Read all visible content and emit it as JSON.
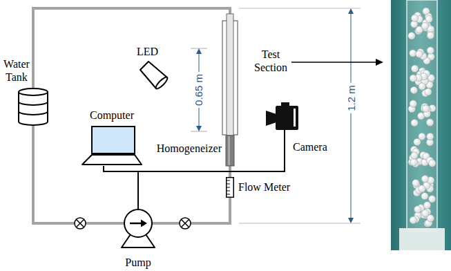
{
  "diagram": {
    "nodes": [
      {
        "text": [
          "Water Tank"
        ]
      },
      {
        "text": [
          "LED"
        ]
      },
      {
        "text": [
          "Computer"
        ]
      },
      {
        "text": [
          "Homogeneizer"
        ]
      },
      {
        "text": [
          "Camera"
        ]
      },
      {
        "text": [
          "Flow Meter"
        ]
      },
      {
        "text": [
          "Pump"
        ]
      }
    ],
    "edges": [
      {
        "from": 0,
        "to": 6,
        "arrow": "none"
      },
      {
        "from": 6,
        "to": 5,
        "arrow": "none"
      },
      {
        "from": 5,
        "to": 3,
        "arrow": "none"
      },
      {
        "from": 3,
        "to": 0,
        "arrow": "none"
      },
      {
        "from": 2,
        "to": 4,
        "arrow": "none"
      },
      {
        "from": 2,
        "to": 6,
        "arrow": "none"
      }
    ],
    "labels": [
      "0.65 m",
      "Test Section",
      "1.2 m"
    ]
  }
}
